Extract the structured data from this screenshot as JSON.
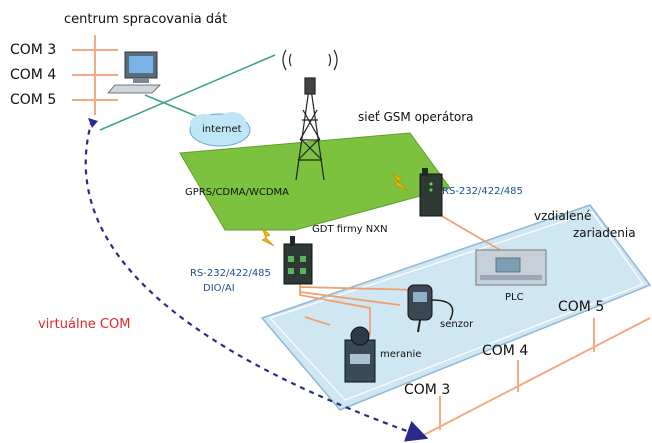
{
  "diagram": {
    "center_title": "centrum spracovania dát",
    "left_coms": [
      "COM 3",
      "COM 4",
      "COM 5"
    ],
    "internet": "internet",
    "gsm_network": "sieť GSM operátora",
    "gprs_label": "GPRS/CDMA/WCDMA",
    "rs_top": "RS-232/422/485",
    "remote_devices": [
      "vzdialené",
      "zariadenia"
    ],
    "gdt_label": "GDT firmy NXN",
    "rs_left": [
      "RS-232/422/485",
      "DIO/AI"
    ],
    "plc": "PLC",
    "sensor": "senzor",
    "metering": "meranie",
    "virtual_com": "virtuálne COM",
    "right_coms": [
      "COM 5",
      "COM 4",
      "COM 3"
    ]
  },
  "colors": {
    "gsm_area": "#7cc23f",
    "remote_area": "#cfe6f3",
    "remote_border": "#8fb7d6",
    "com_lines": "#f3a986",
    "network_line": "#3aa37a",
    "dashed_arrow": "#2a2a8c",
    "virtual_com_text": "#e0262a",
    "rs_text": "#1f4f93"
  },
  "icons": [
    "computer-icon",
    "cloud-icon",
    "antenna-tower-icon",
    "modem-icon",
    "gdt-device-icon",
    "plc-icon",
    "sensor-icon",
    "meter-icon",
    "lightning-icon"
  ]
}
